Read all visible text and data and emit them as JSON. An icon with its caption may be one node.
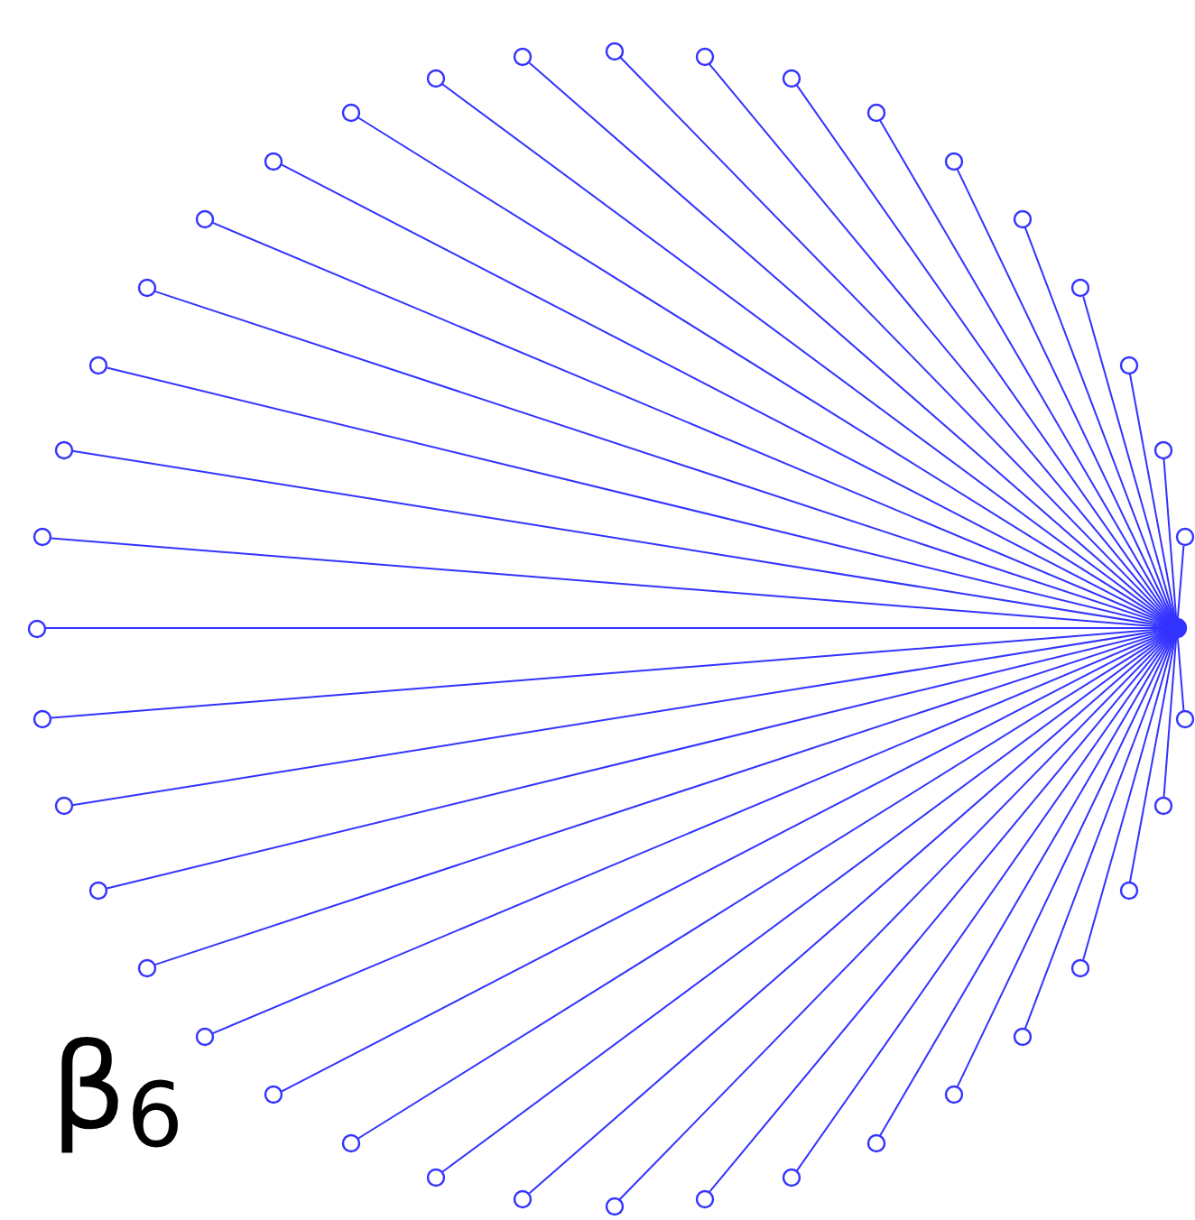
{
  "diagram": {
    "nodes": [
      {
        "text": [],
        "shape": "circle"
      },
      {
        "text": [],
        "shape": "circle"
      },
      {
        "text": [],
        "shape": "circle"
      },
      {
        "text": [],
        "shape": "circle"
      },
      {
        "text": [],
        "shape": "circle"
      },
      {
        "text": [],
        "shape": "circle"
      },
      {
        "text": [],
        "shape": "circle"
      },
      {
        "text": [],
        "shape": "circle"
      },
      {
        "text": [],
        "shape": "circle"
      },
      {
        "text": [],
        "shape": "circle"
      },
      {
        "text": [],
        "shape": "circle"
      },
      {
        "text": [],
        "shape": "circle"
      },
      {
        "text": [],
        "shape": "circle"
      },
      {
        "text": [],
        "shape": "circle"
      },
      {
        "text": [],
        "shape": "circle"
      },
      {
        "text": [],
        "shape": "circle"
      },
      {
        "text": [],
        "shape": "circle"
      },
      {
        "text": [],
        "shape": "circle"
      },
      {
        "text": [],
        "shape": "circle"
      },
      {
        "text": [],
        "shape": "circle"
      },
      {
        "text": [],
        "shape": "circle"
      },
      {
        "text": [],
        "shape": "circle"
      },
      {
        "text": [],
        "shape": "circle"
      },
      {
        "text": [],
        "shape": "circle"
      },
      {
        "text": [],
        "shape": "circle"
      },
      {
        "text": [],
        "shape": "circle"
      },
      {
        "text": [],
        "shape": "circle"
      },
      {
        "text": [],
        "shape": "circle"
      },
      {
        "text": [],
        "shape": "circle"
      },
      {
        "text": [],
        "shape": "circle"
      },
      {
        "text": [],
        "shape": "circle"
      },
      {
        "text": [],
        "shape": "circle"
      },
      {
        "text": [],
        "shape": "circle"
      },
      {
        "text": [],
        "shape": "circle"
      },
      {
        "text": [],
        "shape": "circle"
      },
      {
        "text": [],
        "shape": "circle"
      },
      {
        "text": [],
        "shape": "circle"
      },
      {
        "text": [],
        "shape": "circle"
      },
      {
        "text": [],
        "shape": "circle"
      },
      {
        "text": [],
        "shape": "circle"
      }
    ],
    "edges": [
      {
        "from": 1,
        "to": 0,
        "arrow": "none"
      },
      {
        "from": 2,
        "to": 0,
        "arrow": "none"
      },
      {
        "from": 3,
        "to": 0,
        "arrow": "none"
      },
      {
        "from": 4,
        "to": 0,
        "arrow": "none"
      },
      {
        "from": 5,
        "to": 0,
        "arrow": "none"
      },
      {
        "from": 6,
        "to": 0,
        "arrow": "none"
      },
      {
        "from": 7,
        "to": 0,
        "arrow": "none"
      },
      {
        "from": 8,
        "to": 0,
        "arrow": "none"
      },
      {
        "from": 9,
        "to": 0,
        "arrow": "none"
      },
      {
        "from": 10,
        "to": 0,
        "arrow": "none"
      },
      {
        "from": 11,
        "to": 0,
        "arrow": "none"
      },
      {
        "from": 12,
        "to": 0,
        "arrow": "none"
      },
      {
        "from": 13,
        "to": 0,
        "arrow": "none"
      },
      {
        "from": 14,
        "to": 0,
        "arrow": "none"
      },
      {
        "from": 15,
        "to": 0,
        "arrow": "none"
      },
      {
        "from": 16,
        "to": 0,
        "arrow": "none"
      },
      {
        "from": 17,
        "to": 0,
        "arrow": "none"
      },
      {
        "from": 18,
        "to": 0,
        "arrow": "none"
      },
      {
        "from": 19,
        "to": 0,
        "arrow": "none"
      },
      {
        "from": 20,
        "to": 0,
        "arrow": "none"
      },
      {
        "from": 21,
        "to": 0,
        "arrow": "none"
      },
      {
        "from": 22,
        "to": 0,
        "arrow": "none"
      },
      {
        "from": 23,
        "to": 0,
        "arrow": "none"
      },
      {
        "from": 24,
        "to": 0,
        "arrow": "none"
      },
      {
        "from": 25,
        "to": 0,
        "arrow": "none"
      },
      {
        "from": 26,
        "to": 0,
        "arrow": "none"
      },
      {
        "from": 27,
        "to": 0,
        "arrow": "none"
      },
      {
        "from": 28,
        "to": 0,
        "arrow": "none"
      },
      {
        "from": 29,
        "to": 0,
        "arrow": "none"
      },
      {
        "from": 30,
        "to": 0,
        "arrow": "none"
      },
      {
        "from": 31,
        "to": 0,
        "arrow": "none"
      },
      {
        "from": 32,
        "to": 0,
        "arrow": "none"
      },
      {
        "from": 33,
        "to": 0,
        "arrow": "none"
      },
      {
        "from": 34,
        "to": 0,
        "arrow": "none"
      },
      {
        "from": 35,
        "to": 0,
        "arrow": "none"
      },
      {
        "from": 36,
        "to": 0,
        "arrow": "none"
      },
      {
        "from": 37,
        "to": 0,
        "arrow": "none"
      },
      {
        "from": 38,
        "to": 0,
        "arrow": "none"
      },
      {
        "from": 39,
        "to": 0,
        "arrow": "none"
      }
    ],
    "labels": [
      "β$_{6}$"
    ]
  }
}
